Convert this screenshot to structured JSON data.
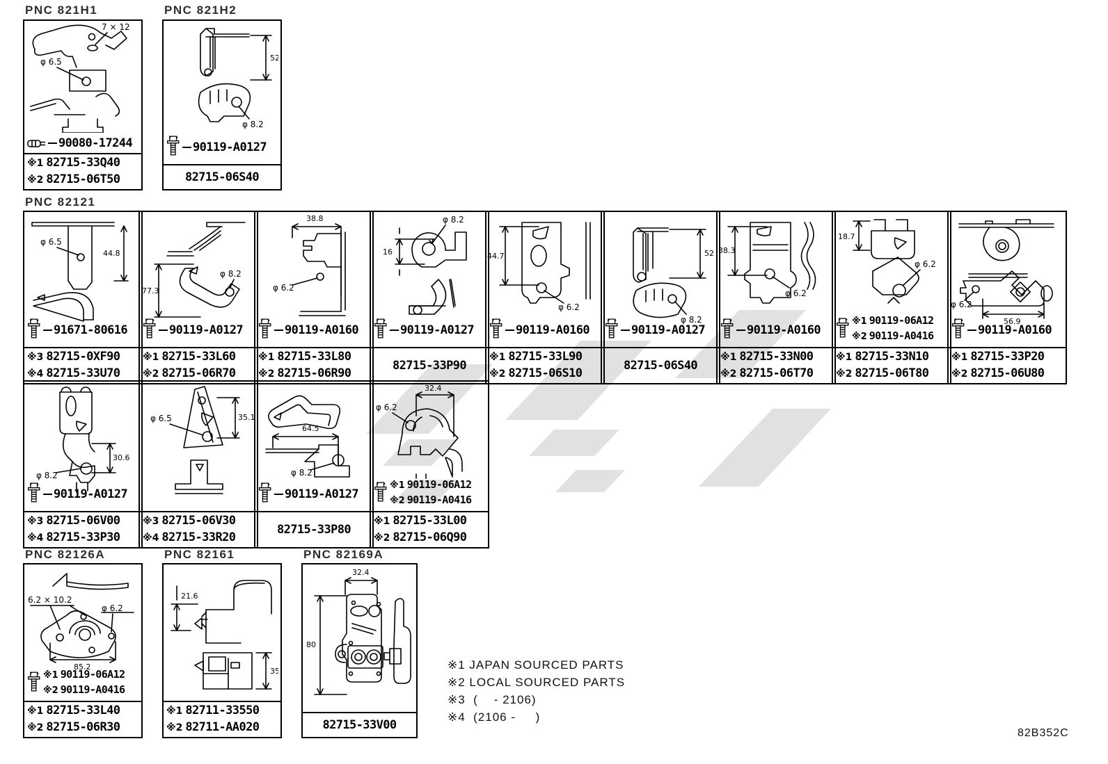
{
  "doc": {
    "code": "82B352C",
    "watermark_color": "#c8c8c8"
  },
  "legend": [
    "※1 JAPAN SOURCED PARTS",
    "※2 LOCAL SOURCED PARTS",
    "※3  (    - 2106)",
    "※4  (2106 -     )"
  ],
  "h1": {
    "pnc": "PNC 821H1",
    "dim_a": "7 × 12",
    "dia": "φ 6.5",
    "fast": [
      {
        "num": "90080-17244"
      }
    ],
    "parts": [
      {
        "mark": "※1",
        "num": "82715-33Q40"
      },
      {
        "mark": "※2",
        "num": "82715-06T50"
      }
    ]
  },
  "h2": {
    "pnc": "PNC 821H2",
    "dim_a": "52",
    "dia": "φ 8.2",
    "fast": [
      {
        "num": "90119-A0127"
      }
    ],
    "parts": [
      {
        "num": "82715-06S40"
      }
    ]
  },
  "g_pnc": "PNC 82121",
  "g1": [
    {
      "dia": "φ 6.5",
      "dim": "44.8",
      "fast": [
        {
          "num": "91671-80616"
        }
      ],
      "parts": [
        {
          "mark": "※3",
          "num": "82715-0XF90"
        },
        {
          "mark": "※4",
          "num": "82715-33U70"
        }
      ]
    },
    {
      "dim": "77.3",
      "dia": "φ 8.2",
      "fast": [
        {
          "num": "90119-A0127"
        }
      ],
      "parts": [
        {
          "mark": "※1",
          "num": "82715-33L60"
        },
        {
          "mark": "※2",
          "num": "82715-06R70"
        }
      ]
    },
    {
      "dim": "38.8",
      "dia": "φ 6.2",
      "fast": [
        {
          "num": "90119-A0160"
        }
      ],
      "parts": [
        {
          "mark": "※1",
          "num": "82715-33L80"
        },
        {
          "mark": "※2",
          "num": "82715-06R90"
        }
      ]
    },
    {
      "dia": "φ 8.2",
      "dim": "16",
      "fast": [
        {
          "num": "90119-A0127"
        }
      ],
      "parts": [
        {
          "num": "82715-33P90"
        }
      ]
    },
    {
      "dim": "44.7",
      "dia": "φ 6.2",
      "fast": [
        {
          "num": "90119-A0160"
        }
      ],
      "parts": [
        {
          "mark": "※1",
          "num": "82715-33L90"
        },
        {
          "mark": "※2",
          "num": "82715-06S10"
        }
      ]
    },
    {
      "dim": "52",
      "dia": "φ 8.2",
      "fast": [
        {
          "num": "90119-A0127"
        }
      ],
      "parts": [
        {
          "num": "82715-06S40"
        }
      ]
    },
    {
      "dim": "38.3",
      "dia": "φ 6.2",
      "fast": [
        {
          "num": "90119-A0160"
        }
      ],
      "parts": [
        {
          "mark": "※1",
          "num": "82715-33N00"
        },
        {
          "mark": "※2",
          "num": "82715-06T70"
        }
      ]
    },
    {
      "dim": "18.7",
      "dia": "φ 6.2",
      "fast": [
        {
          "mark": "※1",
          "num": "90119-06A12"
        },
        {
          "mark": "※2",
          "num": "90119-A0416"
        }
      ],
      "parts": [
        {
          "mark": "※1",
          "num": "82715-33N10"
        },
        {
          "mark": "※2",
          "num": "82715-06T80"
        }
      ]
    },
    {
      "dia": "φ 6.2",
      "dim": "56.9",
      "fast": [
        {
          "num": "90119-A0160"
        }
      ],
      "parts": [
        {
          "mark": "※1",
          "num": "82715-33P20"
        },
        {
          "mark": "※2",
          "num": "82715-06U80"
        }
      ]
    }
  ],
  "g2": [
    {
      "dim": "30.6",
      "dia": "φ 8.2",
      "fast": [
        {
          "num": "90119-A0127"
        }
      ],
      "parts": [
        {
          "mark": "※3",
          "num": "82715-06V00"
        },
        {
          "mark": "※4",
          "num": "82715-33P30"
        }
      ]
    },
    {
      "dia": "φ 6.5",
      "dim": "35.1",
      "fast": [],
      "parts": [
        {
          "mark": "※3",
          "num": "82715-06V30"
        },
        {
          "mark": "※4",
          "num": "82715-33R20"
        }
      ]
    },
    {
      "dim": "64.5",
      "dia": "φ 8.2",
      "fast": [
        {
          "num": "90119-A0127"
        }
      ],
      "parts": [
        {
          "num": "82715-33P80"
        }
      ]
    },
    {
      "dim": "32.4",
      "dia": "φ 6.2",
      "fast": [
        {
          "mark": "※1",
          "num": "90119-06A12"
        },
        {
          "mark": "※2",
          "num": "90119-A0416"
        }
      ],
      "parts": [
        {
          "mark": "※1",
          "num": "82715-33L00"
        },
        {
          "mark": "※2",
          "num": "82715-06Q90"
        }
      ]
    }
  ],
  "p126": {
    "pnc": "PNC 82126A",
    "dim_a": "6.2 × 10.2",
    "dia": "φ 6.2",
    "dim_b": "85.2",
    "fast": [
      {
        "mark": "※1",
        "num": "90119-06A12"
      },
      {
        "mark": "※2",
        "num": "90119-A0416"
      }
    ],
    "parts": [
      {
        "mark": "※1",
        "num": "82715-33L40"
      },
      {
        "mark": "※2",
        "num": "82715-06R30"
      }
    ]
  },
  "p161": {
    "pnc": "PNC 82161",
    "dim_a": "21.6",
    "dim_b": "35",
    "parts": [
      {
        "mark": "※1",
        "num": "82711-33550"
      },
      {
        "mark": "※2",
        "num": "82711-AA020"
      }
    ]
  },
  "p169": {
    "pnc": "PNC 82169A",
    "dim_a": "32.4",
    "dim_b": "80",
    "parts": [
      {
        "num": "82715-33V00"
      }
    ]
  }
}
